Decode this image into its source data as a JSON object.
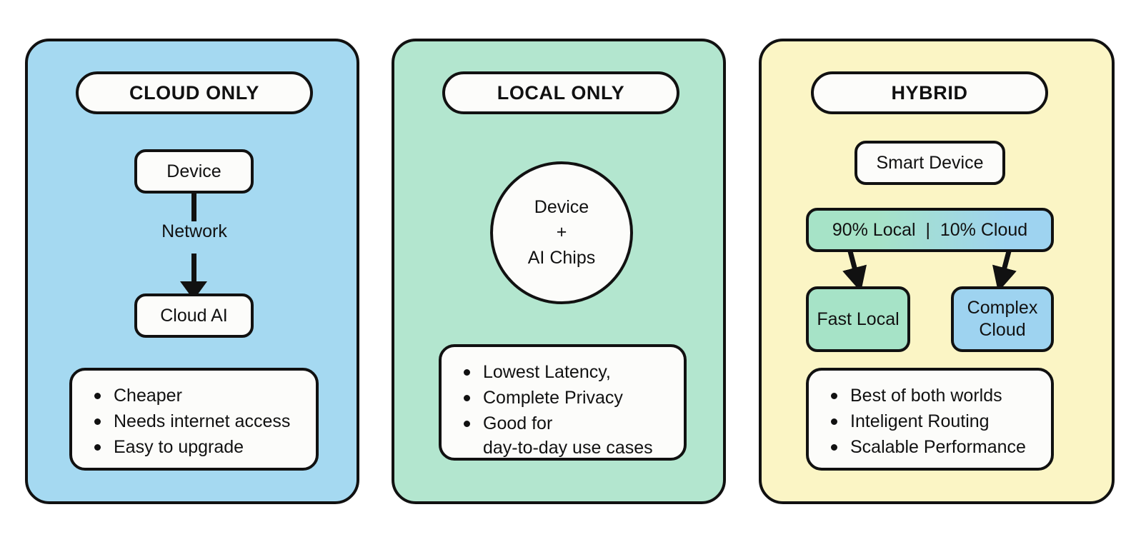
{
  "colors": {
    "cloud_panel": "#A5D9F1",
    "local_panel": "#B3E6CF",
    "hybrid_panel": "#FBF5C5",
    "stroke": "#111111",
    "node_fill": "#FCFCFA",
    "local_accent": "#A6E3C7",
    "cloud_accent": "#9ED3F0"
  },
  "panels": [
    {
      "id": "cloud-only",
      "title": "CLOUD ONLY",
      "nodes": {
        "device": "Device",
        "edge_label": "Network",
        "cloud_ai": "Cloud AI"
      },
      "bullets": [
        "Cheaper",
        "Needs internet access",
        "Easy to upgrade"
      ]
    },
    {
      "id": "local-only",
      "title": "LOCAL ONLY",
      "nodes": {
        "circle_line1": "Device",
        "circle_line2": "+",
        "circle_line3": "AI Chips"
      },
      "bullets": [
        "Lowest Latency,",
        "Complete Privacy",
        "Good for\nday-to-day use cases"
      ]
    },
    {
      "id": "hybrid",
      "title": "HYBRID",
      "nodes": {
        "smart_device": "Smart Device",
        "split_bar": "90% Local  |  10% Cloud",
        "fast_local": "Fast Local",
        "complex_cloud_line1": "Complex",
        "complex_cloud_line2": "Cloud"
      },
      "bullets": [
        "Best of both worlds",
        "Inteligent Routing",
        "Scalable Performance"
      ]
    }
  ]
}
